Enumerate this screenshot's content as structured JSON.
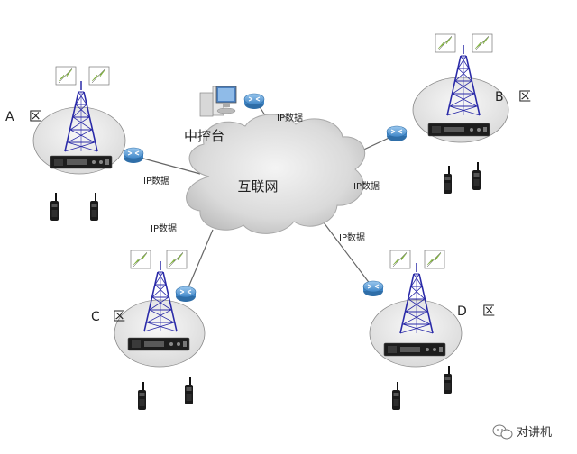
{
  "cloud": {
    "label": "互联网"
  },
  "control_center": {
    "label": "中控台"
  },
  "links": [
    {
      "id": "ctrl",
      "label": "IP数据"
    },
    {
      "id": "A",
      "label": "IP数据"
    },
    {
      "id": "B",
      "label": "IP数据"
    },
    {
      "id": "C",
      "label": "IP数据"
    },
    {
      "id": "D",
      "label": "IP数据"
    }
  ],
  "zones": [
    {
      "id": "A",
      "letter": "A",
      "suffix": "区"
    },
    {
      "id": "B",
      "letter": "B",
      "suffix": "区"
    },
    {
      "id": "C",
      "letter": "C",
      "suffix": "区"
    },
    {
      "id": "D",
      "letter": "D",
      "suffix": "区"
    }
  ],
  "watermark": {
    "text": "对讲机"
  },
  "colors": {
    "tower": "#2a2aa8",
    "router": "#5a9fd6",
    "cloud_fill": "#d9d9d9",
    "ellipse_fill": "#ececec",
    "lightning": "#8cc63f"
  }
}
